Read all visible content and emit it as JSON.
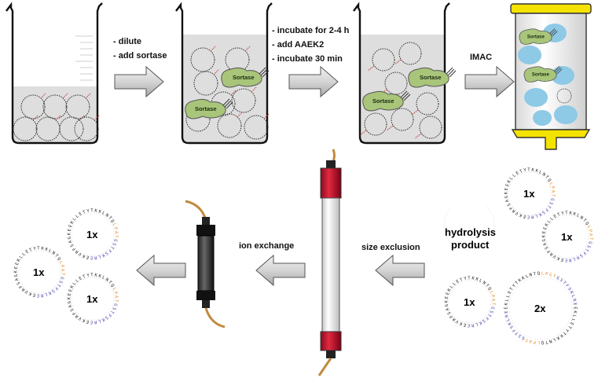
{
  "steps": {
    "step1": [
      "- dilute",
      "- add sortase"
    ],
    "step2": [
      "- incubate for 2-4 h",
      "- add AAEK2",
      "- incubate 30 min"
    ],
    "imac": "IMAC",
    "size_exclusion": "size exclusion",
    "ion_exchange": "ion exchange"
  },
  "enzyme_label": "Sortase",
  "products": {
    "hydrolysis": [
      "hydrolysis",
      "product"
    ],
    "mult_1x": "1x",
    "mult_2x": "2x"
  },
  "sequence_fragments": {
    "start": "EKLLETYTKKLNTQ",
    "motif": "LPAT",
    "linker": "GSTFSKLRE",
    "tail": "EKVRFSAGKE",
    "motif_g": "LPGT"
  },
  "colors": {
    "liquid": "#dedede",
    "sortase": "#a8c57a",
    "imac_bead": "#8ec9e6",
    "imac_cap": "#f4e300",
    "sec_cap": "#c8102e",
    "tubing": "#c08a3e",
    "arrow": "#d8d8d8",
    "motif": "#e08a1e"
  }
}
